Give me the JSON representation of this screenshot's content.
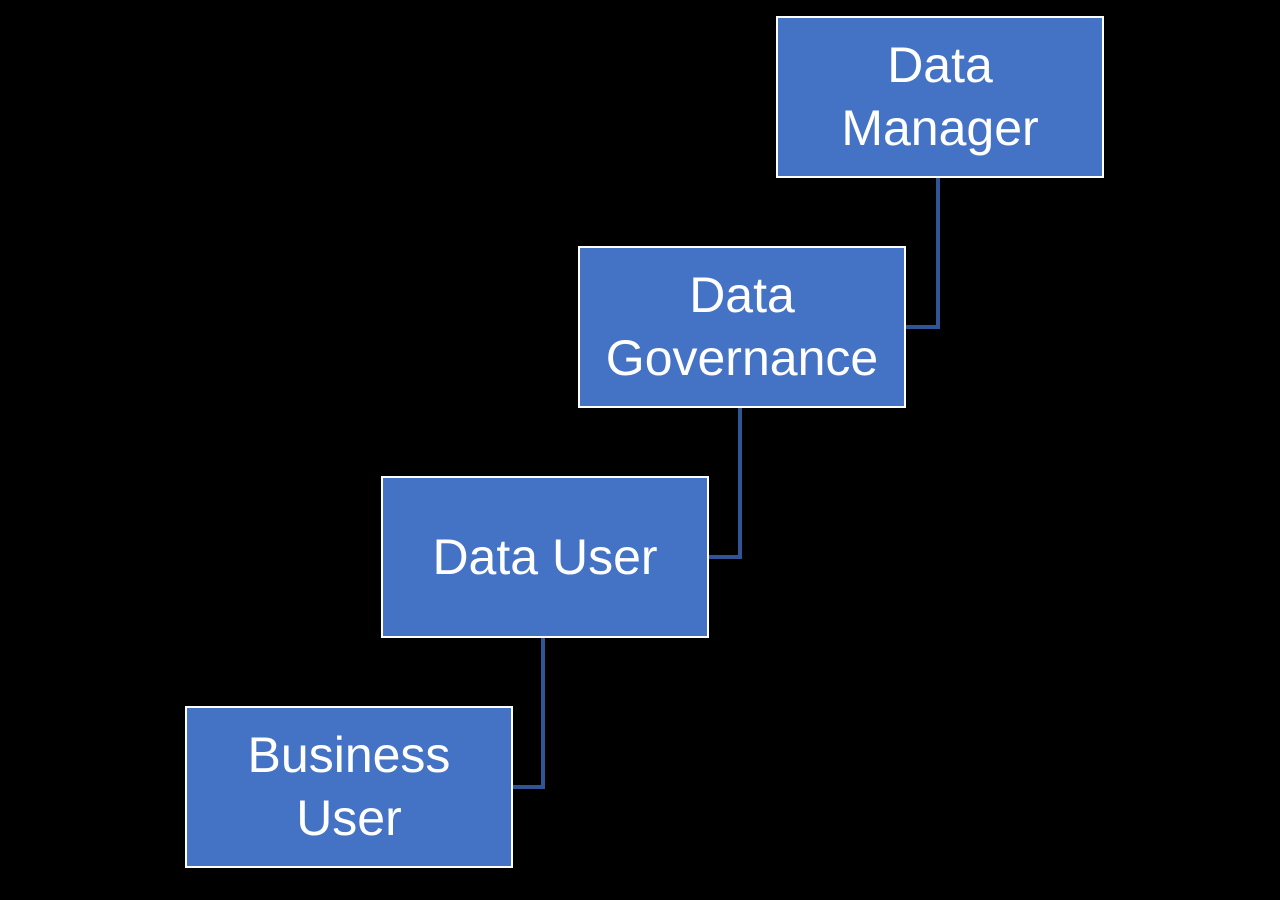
{
  "diagram": {
    "type": "org-hierarchy-staircase",
    "colors": {
      "background": "#000000",
      "node_fill": "#4472C4",
      "node_border": "#FFFFFF",
      "node_text": "#FFFFFF",
      "connector": "#2F5597"
    },
    "nodes": [
      {
        "id": "data-manager",
        "label": "Data Manager"
      },
      {
        "id": "data-governance",
        "label": "Data Governance"
      },
      {
        "id": "data-user",
        "label": "Data User"
      },
      {
        "id": "business-user",
        "label": "Business User"
      }
    ],
    "connections": [
      {
        "from": "data-manager",
        "to": "data-governance",
        "style": "elbow"
      },
      {
        "from": "data-governance",
        "to": "data-user",
        "style": "elbow"
      },
      {
        "from": "data-user",
        "to": "business-user",
        "style": "elbow"
      }
    ]
  }
}
